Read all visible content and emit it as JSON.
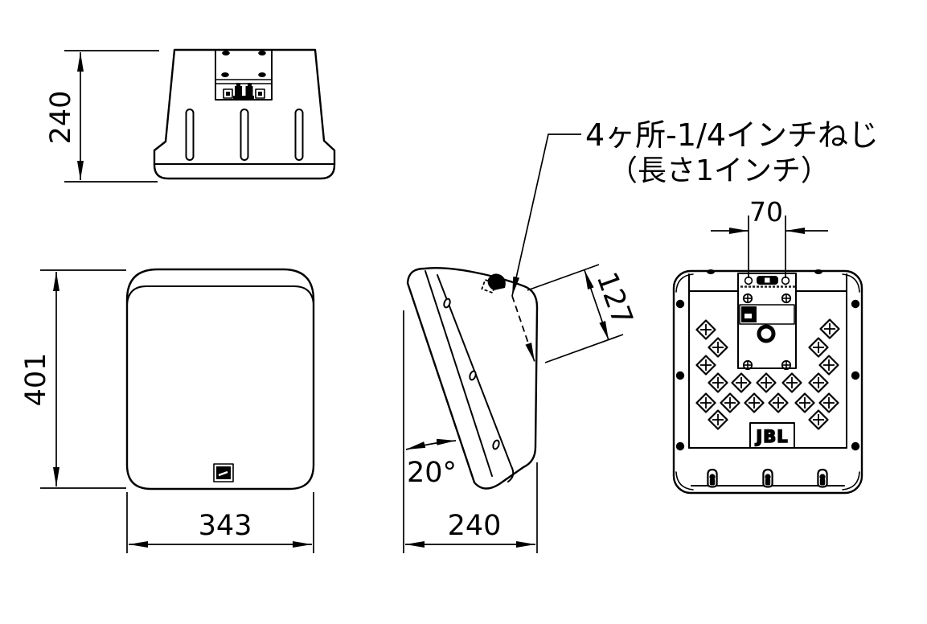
{
  "drawing": {
    "title_note": {
      "line1": "4ヶ所-1/4インチねじ",
      "line2": "（長さ1インチ）"
    },
    "dimensions": {
      "top_view_depth_mm": "240",
      "front_height_mm": "401",
      "front_width_mm": "343",
      "side_depth_mm": "240",
      "tilt_angle": "20°",
      "bracket_face_offset_mm": "127",
      "screw_hole_spacing_mm": "70"
    },
    "labels": {
      "brand": "JBL"
    },
    "colors": {
      "line": "#000000",
      "background": "#ffffff"
    }
  }
}
